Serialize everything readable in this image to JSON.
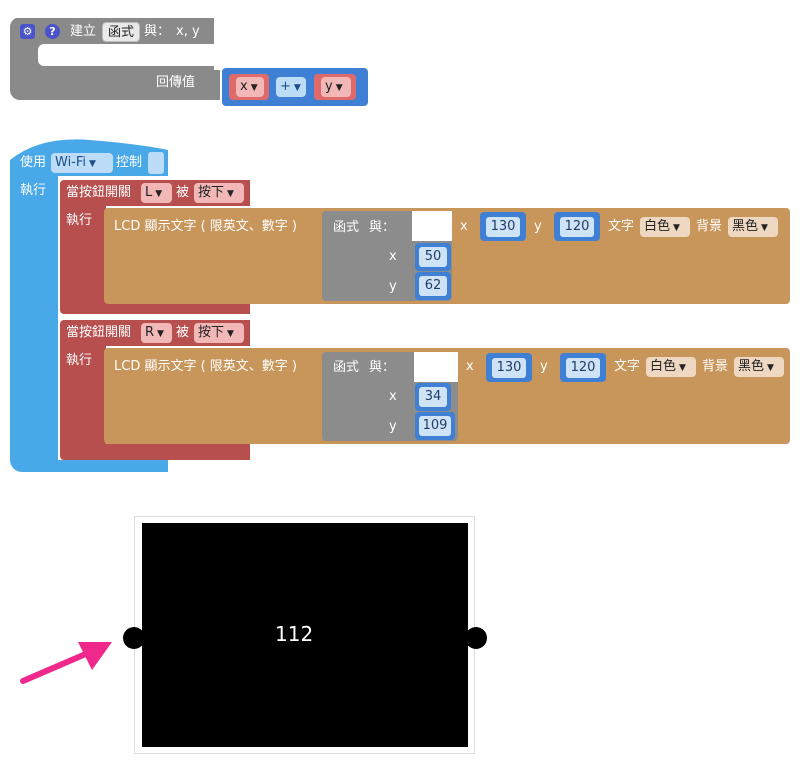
{
  "func_block": {
    "define_label": "建立",
    "func_name": "函式",
    "with_label": "與：",
    "params": "x, y",
    "return_label": "回傳值",
    "var_x": "x",
    "op": "+",
    "var_y": "y"
  },
  "wifi_block": {
    "use_label": "使用",
    "wifi_option": "Wi-Fi",
    "control_label": "控制",
    "exec_label": "執行"
  },
  "button_blocks": [
    {
      "when_label": "當按鈕開關",
      "button": "L",
      "by_label": "被",
      "action": "按下",
      "exec_label": "執行",
      "lcd_label": "LCD 顯示文字 ( 限英文、數字 )",
      "call_name": "函式",
      "call_with": "與：",
      "arg_x_label": "x",
      "arg_x_value": "50",
      "arg_y_label": "y",
      "arg_y_value": "62",
      "pos_x_label": "x",
      "pos_x_value": "130",
      "pos_y_label": "y",
      "pos_y_value": "120",
      "text_label": "文字",
      "text_color": "白色",
      "bg_label": "背景",
      "bg_color": "黑色"
    },
    {
      "when_label": "當按鈕開關",
      "button": "R",
      "by_label": "被",
      "action": "按下",
      "exec_label": "執行",
      "lcd_label": "LCD 顯示文字 ( 限英文、數字 )",
      "call_name": "函式",
      "call_with": "與：",
      "arg_x_label": "x",
      "arg_x_value": "34",
      "arg_y_label": "y",
      "arg_y_value": "109",
      "pos_x_label": "x",
      "pos_x_value": "130",
      "pos_y_label": "y",
      "pos_y_value": "120",
      "text_label": "文字",
      "text_color": "白色",
      "bg_label": "背景",
      "bg_color": "黑色"
    }
  ],
  "lcd_screen": {
    "display_text": "112"
  },
  "icons": {
    "gear": "gear-icon",
    "help": "help-icon",
    "arrow": "pointer-arrow-icon"
  },
  "colors": {
    "func_grey": "#8a8a8a",
    "var_red": "#e06a6a",
    "math_blue": "#3f7fd4",
    "wifi_blue": "#49a8e8",
    "event_red": "#b84f4f",
    "lcd_tan": "#c8955a",
    "call_grey": "#8c8c8c",
    "arrow_pink": "#f0288c"
  }
}
